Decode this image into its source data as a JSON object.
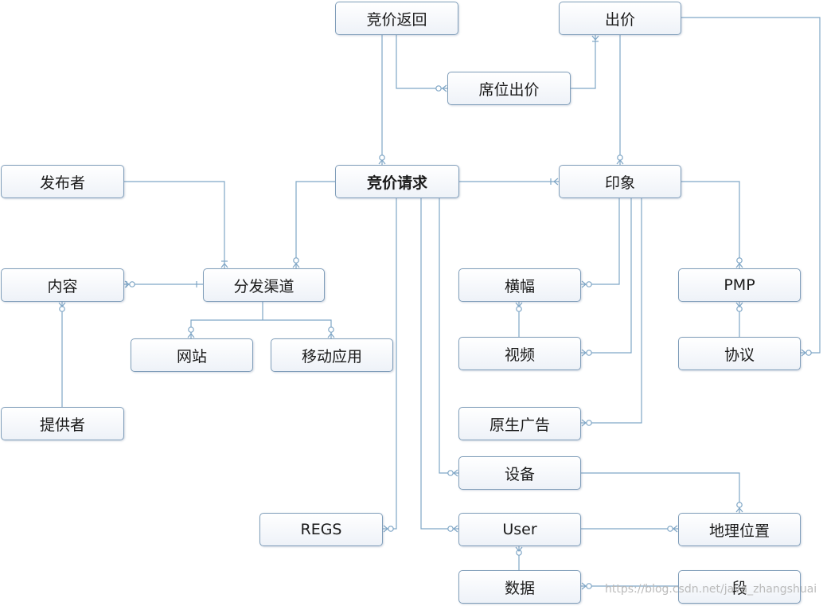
{
  "entities": {
    "bid_return": "竞价返回",
    "bid": "出价",
    "seat_bid": "席位出价",
    "publisher": "发布者",
    "bid_request": "竞价请求",
    "impression": "印象",
    "content": "内容",
    "distribution_channel": "分发渠道",
    "banner": "横幅",
    "pmp": "PMP",
    "website": "网站",
    "mobile_app": "移动应用",
    "video": "视频",
    "deal": "协议",
    "producer": "提供者",
    "native_ad": "原生广告",
    "device": "设备",
    "regs": "REGS",
    "user": "User",
    "geo": "地理位置",
    "data": "数据",
    "segment": "段"
  },
  "watermark": "https://blog.csdn.net/java_zhangshuai"
}
